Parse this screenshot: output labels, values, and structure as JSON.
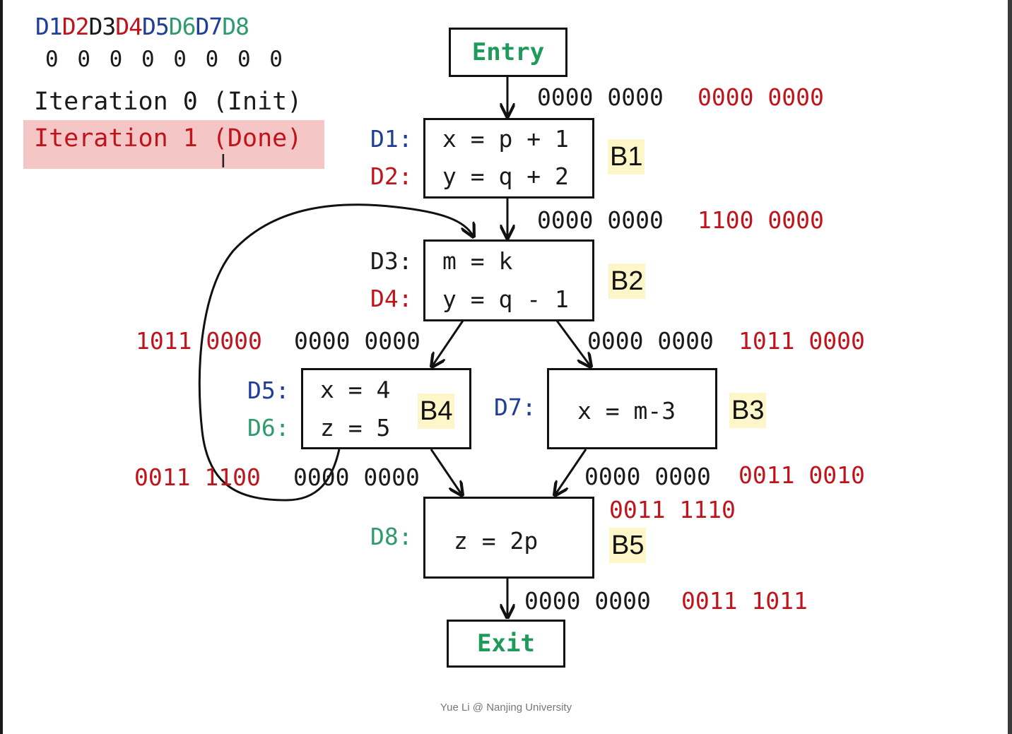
{
  "legend": {
    "defs": [
      {
        "label": "D1",
        "color": "#1f3d99"
      },
      {
        "label": "D2",
        "color": "#c0141c"
      },
      {
        "label": "D3",
        "color": "#1a1a1a"
      },
      {
        "label": "D4",
        "color": "#c0141c"
      },
      {
        "label": "D5",
        "color": "#1f3d99"
      },
      {
        "label": "D6",
        "color": "#2e9a6e"
      },
      {
        "label": "D7",
        "color": "#1f3d99"
      },
      {
        "label": "D8",
        "color": "#2e9a6e"
      }
    ],
    "bits": "0 0 0 0 0 0 0 0"
  },
  "iterations": {
    "iter0": "Iteration 0 (Init)",
    "iter1": "Iteration 1 (Done)"
  },
  "nodes": {
    "entry": "Entry",
    "exit": "Exit",
    "b1": {
      "name": "B1",
      "d1": "D1:",
      "d2": "D2:",
      "line1": "x = p + 1",
      "line2": "y = q + 2"
    },
    "b2": {
      "name": "B2",
      "d3": "D3:",
      "d4": "D4:",
      "line1": "m = k",
      "line2": "y = q - 1"
    },
    "b3": {
      "name": "B3",
      "d7": "D7:",
      "line1": "x = m-3"
    },
    "b4": {
      "name": "B4",
      "d5": "D5:",
      "d6": "D6:",
      "line1": "x = 4",
      "line2": "z = 5"
    },
    "b5": {
      "name": "B5",
      "d8": "D8:",
      "line1": "z = 2p"
    }
  },
  "bitvectors": {
    "entry_out": {
      "a": "0000 0000",
      "b": "0000 0000"
    },
    "b1_out": {
      "a": "0000 0000",
      "b": "1100 0000"
    },
    "b4_in": {
      "a": "1011 0000",
      "b": "0000 0000"
    },
    "b3_in": {
      "a": "0000 0000",
      "b": "1011 0000"
    },
    "b4_out": {
      "a": "0011 1100",
      "b": "0000 0000"
    },
    "b3_out": {
      "a": "0000 0000",
      "b": "0011 0010"
    },
    "b5_in": "0011 1110",
    "b5_out": {
      "a": "0000 0000",
      "b": "0011 1011"
    }
  },
  "footer": "Yue Li @ Nanjing University"
}
